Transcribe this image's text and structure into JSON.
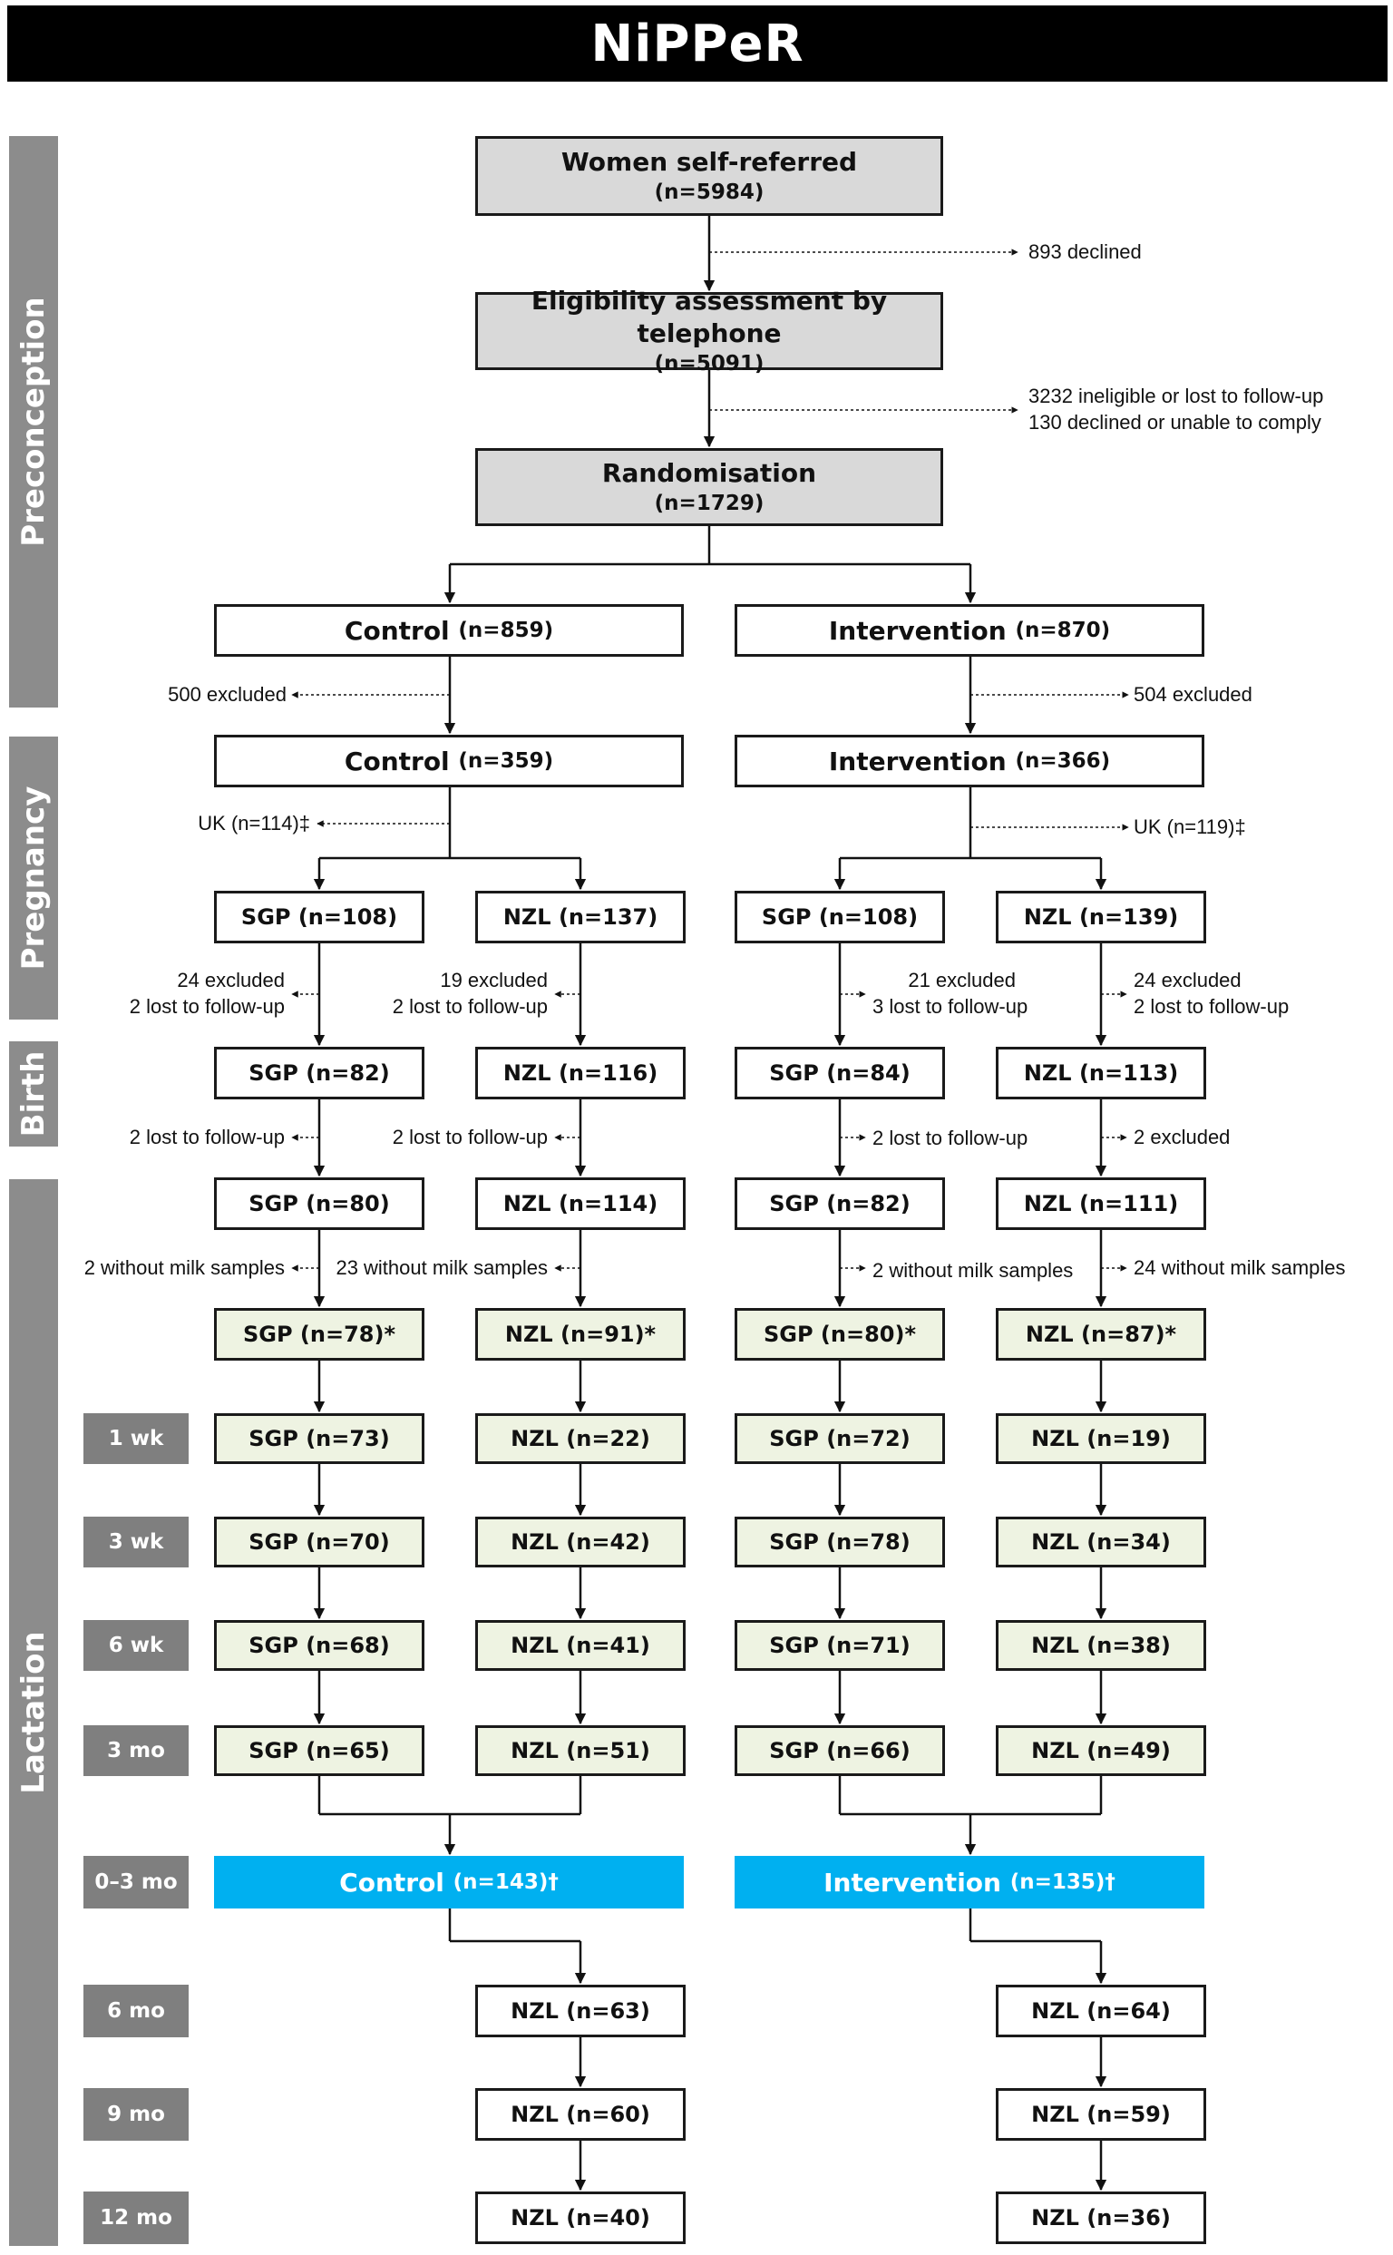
{
  "title": "NiPPeR",
  "phases": {
    "preconception": "Preconception",
    "pregnancy": "Pregnancy",
    "birth": "Birth",
    "lactation": "Lactation"
  },
  "top": {
    "self_referred": {
      "label": "Women self-referred",
      "n": "(n=5984)"
    },
    "eligibility": {
      "label": "Eligibility assessment by telephone",
      "n": "(n=5091)"
    },
    "randomisation": {
      "label": "Randomisation",
      "n": "(n=1729)"
    },
    "declined_note": "893 declined",
    "ineligible_note1": "3232 ineligible or lost to follow-up",
    "ineligible_note2": "130 declined or unable to comply"
  },
  "arms1": {
    "control": {
      "label": "Control",
      "n": "(n=859)"
    },
    "intervention": {
      "label": "Intervention",
      "n": "(n=870)"
    },
    "control_excl": "500 excluded",
    "intervention_excl": "504 excluded"
  },
  "arms2": {
    "control": {
      "label": "Control",
      "n": "(n=359)"
    },
    "intervention": {
      "label": "Intervention",
      "n": "(n=366)"
    },
    "control_uk": "UK (n=114)‡",
    "intervention_uk": "UK (n=119)‡"
  },
  "rows": [
    [
      "SGP (n=108)",
      "NZL (n=137)",
      "SGP (n=108)",
      "NZL (n=139)"
    ],
    [
      "SGP (n=82)",
      "NZL (n=116)",
      "SGP (n=84)",
      "NZL (n=113)"
    ],
    [
      "SGP (n=80)",
      "NZL (n=114)",
      "SGP (n=82)",
      "NZL (n=111)"
    ],
    [
      "SGP (n=78)*",
      "NZL (n=91)*",
      "SGP (n=80)*",
      "NZL (n=87)*"
    ],
    [
      "SGP (n=73)",
      "NZL (n=22)",
      "SGP (n=72)",
      "NZL (n=19)"
    ],
    [
      "SGP (n=70)",
      "NZL (n=42)",
      "SGP (n=78)",
      "NZL (n=34)"
    ],
    [
      "SGP (n=68)",
      "NZL (n=41)",
      "SGP (n=71)",
      "NZL (n=38)"
    ],
    [
      "SGP (n=65)",
      "NZL (n=51)",
      "SGP (n=66)",
      "NZL (n=49)"
    ]
  ],
  "notes": {
    "preg_c1a": "24 excluded",
    "preg_c1b": "2 lost to follow-up",
    "preg_c2a": "19 excluded",
    "preg_c2b": "2 lost to follow-up",
    "preg_c3a": "21 excluded",
    "preg_c3b": "3 lost to follow-up",
    "preg_c4a": "24 excluded",
    "preg_c4b": "2 lost to follow-up",
    "birth_c1": "2 lost to follow-up",
    "birth_c2": "2 lost to follow-up",
    "birth_c3": "2 lost to follow-up",
    "birth_c4": "2 excluded",
    "milk_c1": "2 without milk samples",
    "milk_c2": "23 without milk samples",
    "milk_c3": "2 without milk samples",
    "milk_c4": "24 without milk samples"
  },
  "timepoints": [
    "1 wk",
    "3 wk",
    "6 wk",
    "3 mo",
    "0–3 mo",
    "6 mo",
    "9 mo",
    "12 mo"
  ],
  "pooled": {
    "control": {
      "label": "Control",
      "n": "(n=143)†"
    },
    "intervention": {
      "label": "Intervention",
      "n": "(n=135)†"
    }
  },
  "late_rows": [
    [
      "NZL (n=63)",
      "NZL (n=64)"
    ],
    [
      "NZL (n=60)",
      "NZL (n=59)"
    ],
    [
      "NZL (n=40)",
      "NZL (n=36)"
    ]
  ],
  "colors": {
    "title_bg": "#000000",
    "phase_bg": "#8c8c8c",
    "time_bg": "#7f7f7f",
    "gray_box": "#d9d9d9",
    "green_box": "#eef3e2",
    "pooled_box": "#00b0f0"
  }
}
